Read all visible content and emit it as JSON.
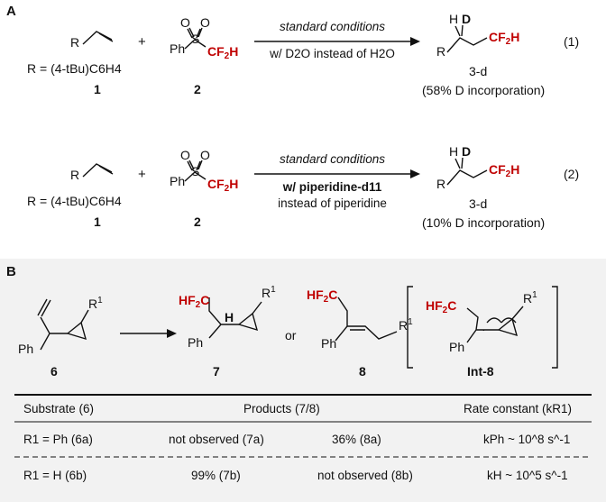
{
  "panel_a": {
    "label": "A",
    "reaction1": {
      "r_def": "R = (4-tBu)C6H4",
      "cmpd1": "1",
      "plus": "+",
      "cmpd2": "2",
      "above_arrow": "standard conditions",
      "below_arrow": "w/ D2O instead of H2O",
      "product": "3-d",
      "incorporation": "(58% D incorporation)",
      "eq_number": "(1)"
    },
    "reaction2": {
      "r_def": "R = (4-tBu)C6H4",
      "cmpd1": "1",
      "plus": "+",
      "cmpd2": "2",
      "above_arrow": "standard conditions",
      "below_arrow_line1": "w/ piperidine-d11",
      "below_arrow_line2": "instead of piperidine",
      "product": "3-d",
      "incorporation": "(10% D incorporation)",
      "eq_number": "(2)"
    }
  },
  "panel_b": {
    "label": "B",
    "compounds": [
      "6",
      "7",
      "8",
      "Int-8"
    ],
    "or_text": "or",
    "table": {
      "headers": [
        "Substrate (6)",
        "Products (7/8)",
        "Rate constant (kR1)"
      ],
      "rows": [
        {
          "substrate": "R1 = Ph (6a)",
          "product7": "not observed (7a)",
          "product8": "36% (8a)",
          "rate": "kPh ~ 10^8 s^-1"
        },
        {
          "substrate": "R1 = H (6b)",
          "product7": "99% (7b)",
          "product8": "not observed (8b)",
          "rate": "kH ~ 10^5 s^-1"
        }
      ]
    }
  },
  "colors": {
    "highlight": "#c00000",
    "panel_b_bg": "#f2f2f2"
  }
}
